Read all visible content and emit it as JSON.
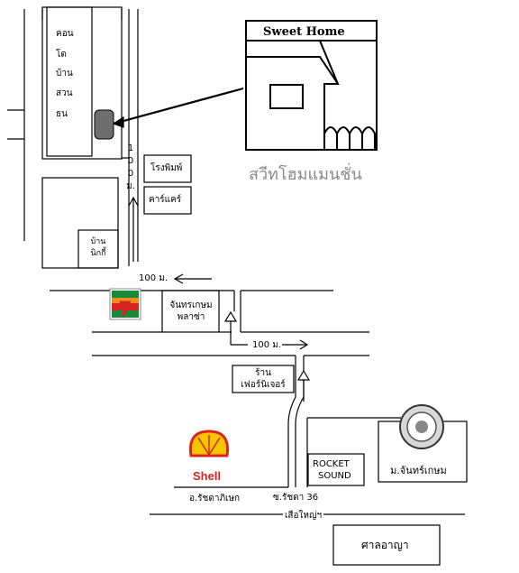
{
  "condo": {
    "lines": [
      "คอน",
      "โด",
      "บ้าน",
      "สวน",
      "ธน"
    ]
  },
  "sweet_home": {
    "title": "Sweet Home",
    "thai_name": "สวีทโฮมแมนชั่น"
  },
  "distance_vertical": {
    "chars": [
      "1",
      "0",
      "0",
      "ม."
    ]
  },
  "places": {
    "printing": "โรงพิมพ์",
    "carcare": "คาร์แคร์",
    "house_nikki": [
      "บ้าน",
      "นิกกี้"
    ],
    "plaza": [
      "จันทรเกษม",
      "พลาซ่า"
    ],
    "furniture": [
      "ร้าน",
      "เฟอร์นิเจอร์"
    ],
    "rocket": [
      "ROCKET",
      "SOUND"
    ],
    "university": "ม.จันทร์เกษม",
    "court": "ศาลอาญา",
    "seven_eleven": "7-ELEVEN",
    "shell": "Shell"
  },
  "distances": {
    "upper": "100 ม.",
    "lower": "100 ม."
  },
  "roads": {
    "ratchada": "อ.รัชดาภิเษก",
    "soi": "ซ.รัชดา 36",
    "main": "เสือใหญ่ฯ"
  },
  "colors": {
    "seven_green": "#1a8a3a",
    "seven_orange": "#f28c1c",
    "seven_red": "#d62420",
    "shell_red": "#d8261c",
    "shell_yellow": "#f7c600",
    "marker": "#6e6e6e"
  }
}
